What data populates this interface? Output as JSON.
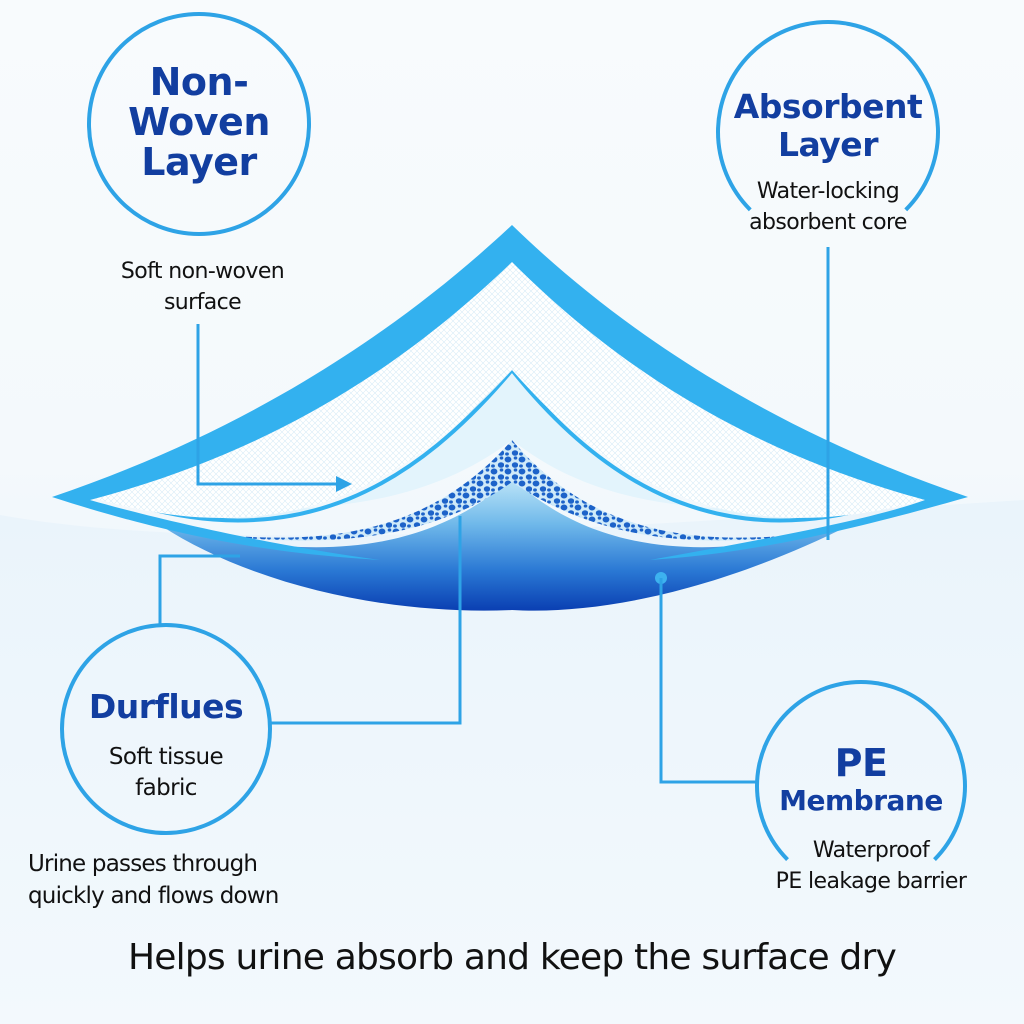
{
  "labels": {
    "non_woven": {
      "title_line1": "Non-",
      "title_line2": "Woven",
      "title_line3": "Layer",
      "description_line1": "Soft non-woven",
      "description_line2": "surface"
    },
    "absorbent": {
      "title_line1": "Absorbent",
      "title_line2": "Layer",
      "description_line1": "Water-locking",
      "description_line2": "absorbent core"
    },
    "durflues": {
      "title": "Durflues",
      "description_line1": "Soft tissue",
      "description_line2": "fabric"
    },
    "pe_membrane": {
      "title_line1": "PE",
      "title_line2": "Membrane",
      "description_line1": "Waterproof",
      "description_line2": "PE leakage barrier"
    }
  },
  "note": {
    "line1": "Urine passes through",
    "line2": "quickly and flows down"
  },
  "footer": {
    "caption": "Helps urine absorb and keep the surface dry"
  },
  "colors": {
    "accent_blue": "#2ea3e6",
    "outer_layer": "#33b1ef",
    "heading_navy": "#123ea0",
    "core_dark": "#0a46b8",
    "bead_blue": "#1d63c9"
  }
}
